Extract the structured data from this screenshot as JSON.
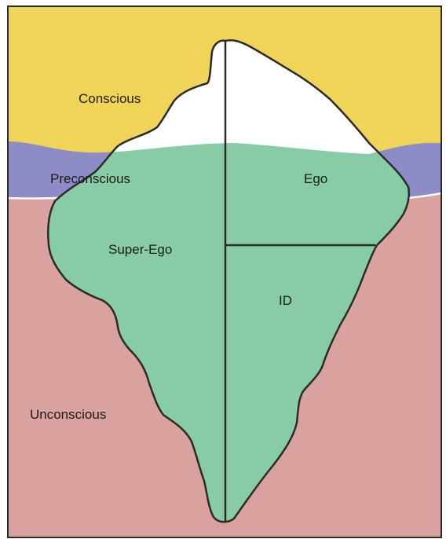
{
  "colors": {
    "conscious": "#efd457",
    "preconscious": "#8e8cc7",
    "unconscious": "#d9a29f",
    "iceberg_above": "#ffffff",
    "iceberg_below": "#88cca5",
    "outline": "#2a2a2a",
    "waterline": "#ffffff"
  },
  "labels": {
    "conscious": "Conscious",
    "preconscious": "Preconscious",
    "unconscious": "Unconscious",
    "ego": "Ego",
    "super_ego": "Super-Ego",
    "id": "ID"
  }
}
